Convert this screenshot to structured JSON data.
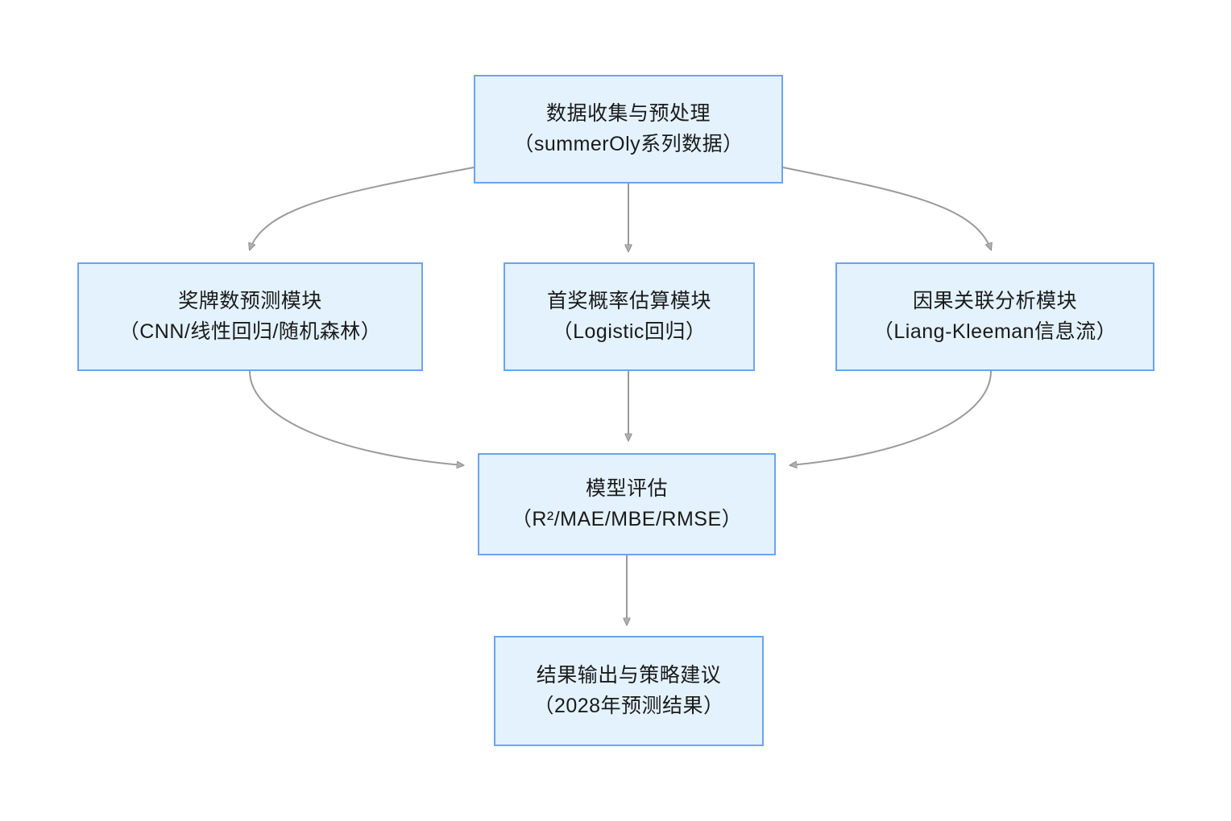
{
  "diagram": {
    "type": "flowchart",
    "direction": "top-to-bottom",
    "theme": {
      "node_fill": "#e3f2fd",
      "node_border": "#6ba3f0",
      "edge_color": "#9a9a9a",
      "text_color": "#1a1a1a",
      "background": "#ffffff"
    },
    "nodes": [
      {
        "id": "data",
        "line1": "数据收集与预处理",
        "line2": "（summerOly系列数据）"
      },
      {
        "id": "medal",
        "line1": "奖牌数预测模块",
        "line2": "（CNN/线性回归/随机森林）"
      },
      {
        "id": "prob",
        "line1": "首奖概率估算模块",
        "line2": "（Logistic回归）"
      },
      {
        "id": "causal",
        "line1": "因果关联分析模块",
        "line2": "（Liang-Kleeman信息流）"
      },
      {
        "id": "eval",
        "line1": "模型评估",
        "line2": "（R²/MAE/MBE/RMSE）"
      },
      {
        "id": "output",
        "line1": "结果输出与策略建议",
        "line2": "（2028年预测结果）"
      }
    ],
    "edges": [
      {
        "from": "data",
        "to": "medal",
        "style": "curved",
        "arrow": "triangle"
      },
      {
        "from": "data",
        "to": "prob",
        "style": "straight",
        "arrow": "triangle"
      },
      {
        "from": "data",
        "to": "causal",
        "style": "curved",
        "arrow": "triangle"
      },
      {
        "from": "medal",
        "to": "eval",
        "style": "curved",
        "arrow": "triangle"
      },
      {
        "from": "prob",
        "to": "eval",
        "style": "straight",
        "arrow": "triangle"
      },
      {
        "from": "causal",
        "to": "eval",
        "style": "curved",
        "arrow": "triangle"
      },
      {
        "from": "eval",
        "to": "output",
        "style": "straight",
        "arrow": "triangle"
      }
    ]
  }
}
